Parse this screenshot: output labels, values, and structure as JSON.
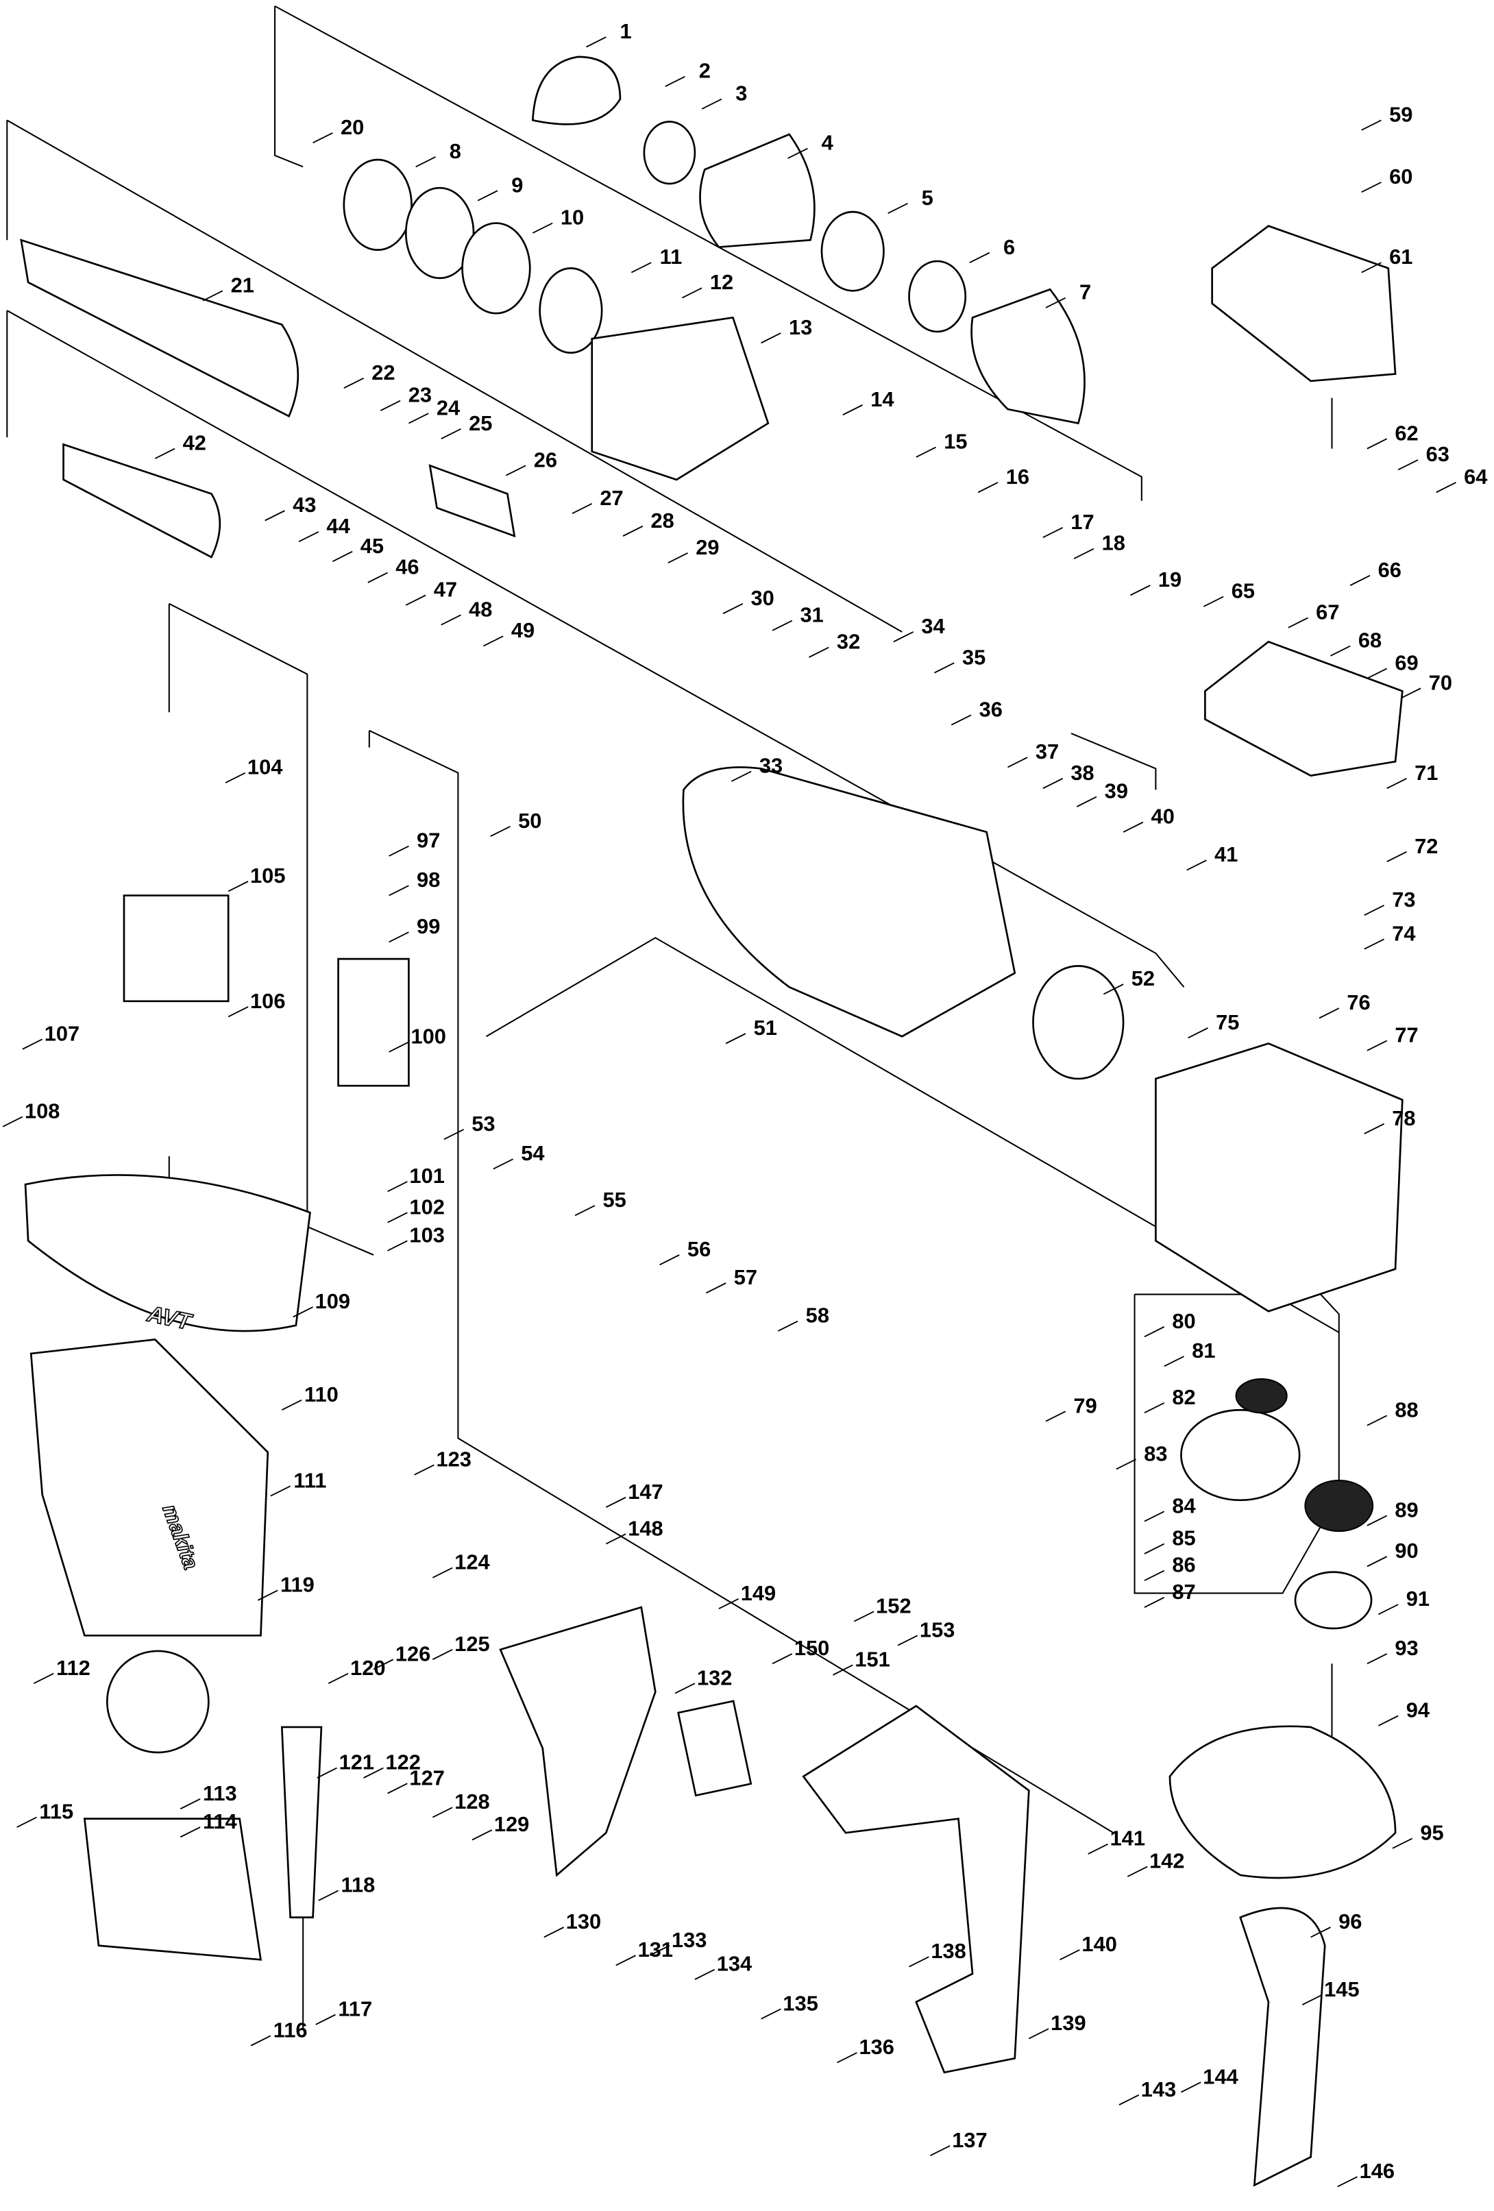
{
  "diagram": {
    "type": "exploded-parts-diagram",
    "brand_marks": [
      "AVT",
      "makita"
    ],
    "part_numbers": [
      "1",
      "2",
      "3",
      "4",
      "5",
      "6",
      "7",
      "8",
      "9",
      "10",
      "11",
      "12",
      "13",
      "14",
      "15",
      "16",
      "17",
      "18",
      "19",
      "20",
      "21",
      "22",
      "23",
      "24",
      "25",
      "26",
      "27",
      "28",
      "29",
      "30",
      "31",
      "32",
      "33",
      "34",
      "35",
      "36",
      "37",
      "38",
      "39",
      "40",
      "41",
      "42",
      "43",
      "44",
      "45",
      "46",
      "47",
      "48",
      "49",
      "50",
      "51",
      "52",
      "53",
      "54",
      "55",
      "56",
      "57",
      "58",
      "59",
      "60",
      "61",
      "62",
      "63",
      "64",
      "65",
      "66",
      "67",
      "68",
      "69",
      "70",
      "71",
      "72",
      "73",
      "74",
      "75",
      "76",
      "77",
      "78",
      "79",
      "80",
      "81",
      "82",
      "83",
      "84",
      "85",
      "86",
      "87",
      "88",
      "89",
      "90",
      "91",
      "93",
      "94",
      "95",
      "96",
      "97",
      "98",
      "99",
      "100",
      "101",
      "102",
      "103",
      "104",
      "105",
      "106",
      "107",
      "108",
      "109",
      "110",
      "111",
      "112",
      "113",
      "114",
      "115",
      "116",
      "117",
      "118",
      "119",
      "120",
      "121",
      "122",
      "123",
      "124",
      "125",
      "126",
      "127",
      "128",
      "129",
      "130",
      "131",
      "132",
      "133",
      "134",
      "135",
      "136",
      "137",
      "138",
      "139",
      "140",
      "141",
      "142",
      "143",
      "144",
      "145",
      "146",
      "147",
      "148",
      "149",
      "150",
      "151",
      "152",
      "153"
    ]
  }
}
